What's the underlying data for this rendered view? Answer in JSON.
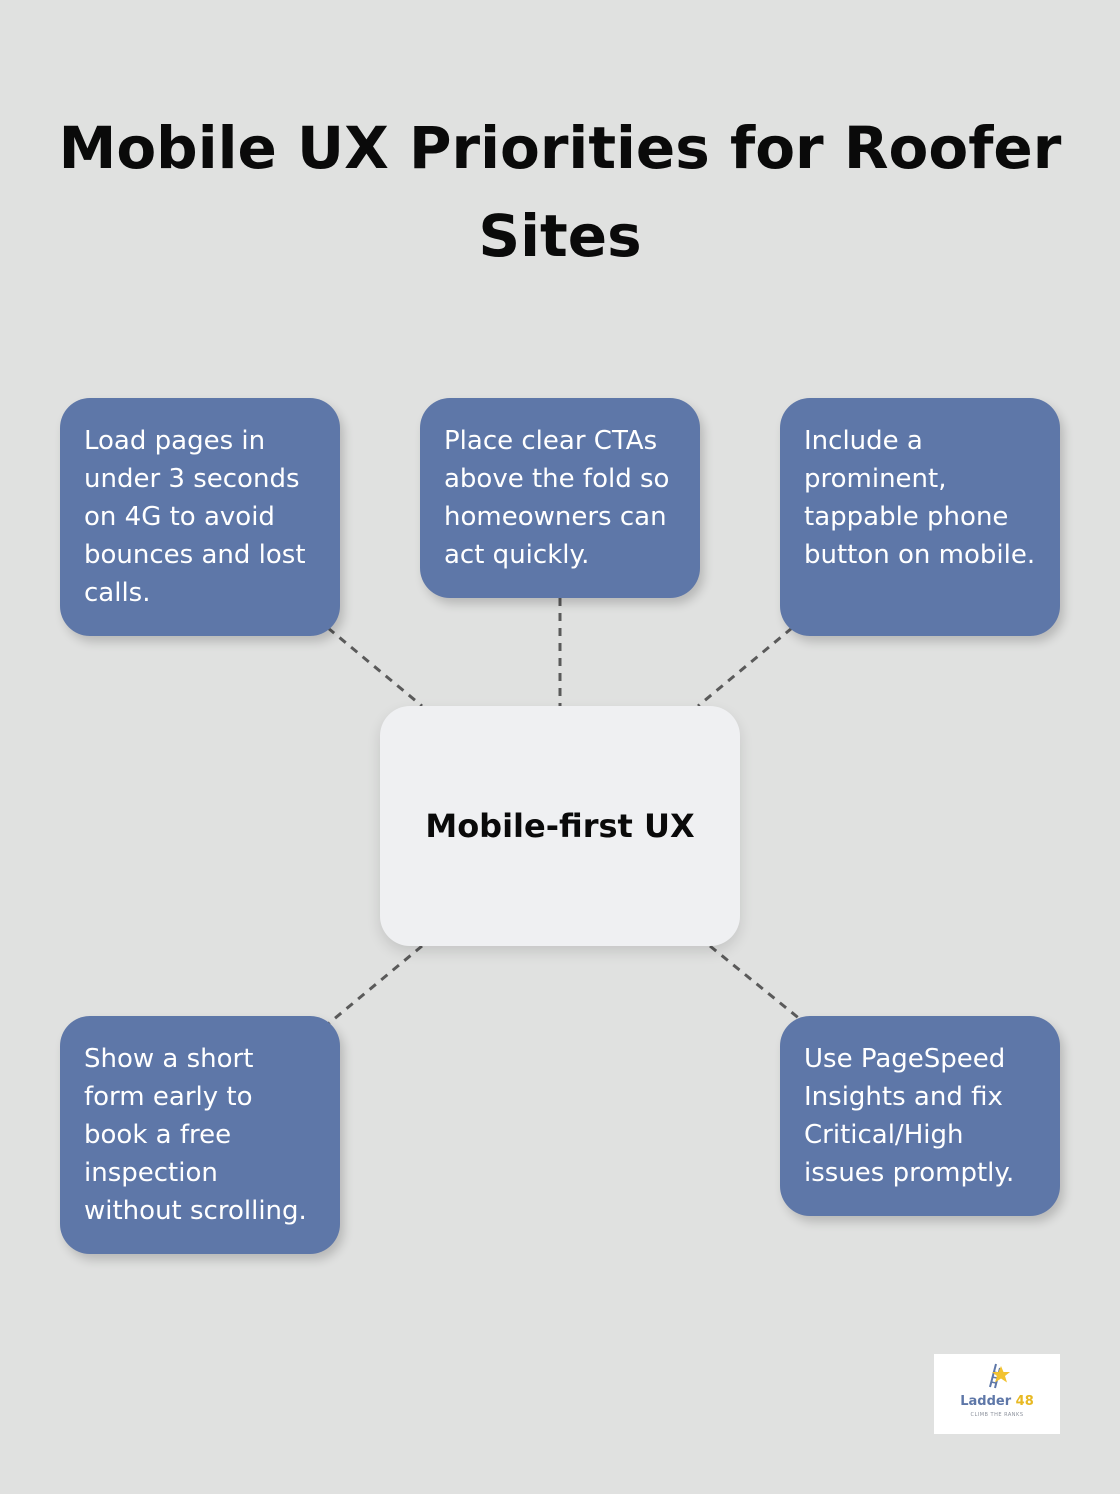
{
  "title": "Mobile UX Priorities for Roofer Sites",
  "center_label": "Mobile-first UX",
  "items": [
    {
      "text": "Load pages in under 3 seconds on 4G to avoid bounces and lost calls."
    },
    {
      "text": "Place clear CTAs above the fold so homeowners can act quickly."
    },
    {
      "text": "Include a prominent, tappable phone button on mobile."
    },
    {
      "text": "Show a short form early to book a free inspection without scrolling."
    },
    {
      "text": "Use PageSpeed Insights and fix Critical/High issues promptly."
    }
  ],
  "logo": {
    "name": "Ladder",
    "number": "48",
    "tagline": "CLIMB THE RANKS"
  },
  "colors": {
    "background": "#e0e1e0",
    "box": "#5e77a8",
    "center_box": "#eff0f2",
    "connector": "#5a5a5a",
    "title": "#0a0a0a"
  }
}
